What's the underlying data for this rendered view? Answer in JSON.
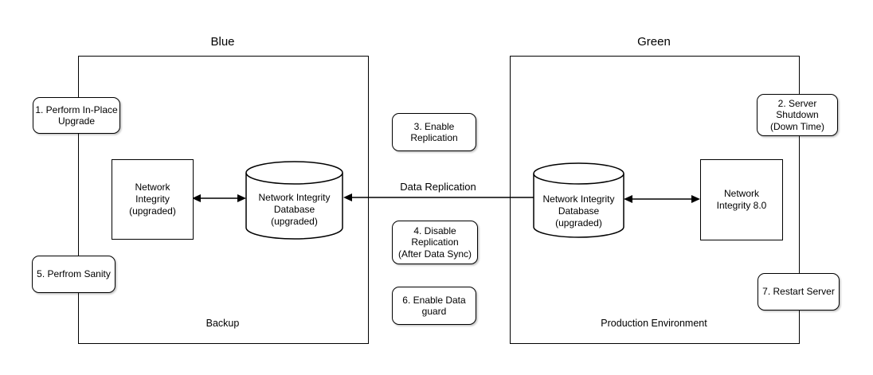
{
  "diagram": {
    "blue": {
      "title": "Blue",
      "app_label": "Network\nIntegrity\n(upgraded)",
      "db_label": "Network Integrity\nDatabase\n(upgraded)",
      "footer": "Backup"
    },
    "green": {
      "title": "Green",
      "db_label": "Network Integrity\nDatabase\n(upgraded)",
      "app_label": "Network\nIntegrity 8.0",
      "footer": "Production Environment"
    },
    "replication_label": "Data Replication",
    "steps": [
      {
        "label": "1. Perform In-Place\nUpgrade"
      },
      {
        "label": "2. Server\nShutdown\n(Down Time)"
      },
      {
        "label": "3. Enable\nReplication"
      },
      {
        "label": "4. Disable\nReplication\n(After Data Sync)"
      },
      {
        "label": "5. Perfrom Sanity"
      },
      {
        "label": "6. Enable Data\nguard"
      },
      {
        "label": "7. Restart Server"
      }
    ],
    "colors": {
      "stroke": "#000000",
      "fill": "#ffffff"
    }
  }
}
